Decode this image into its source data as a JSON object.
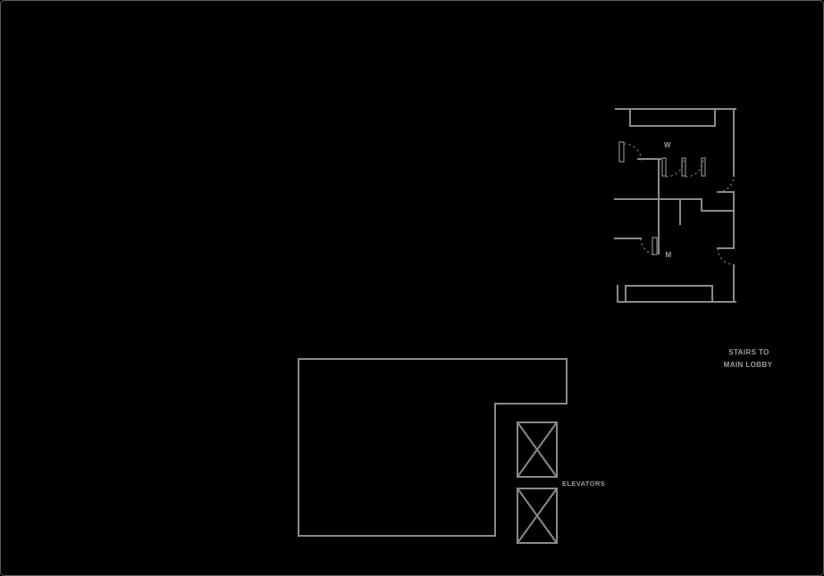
{
  "window": {
    "background": "#000000",
    "border_color": "#5f5f5f"
  },
  "colors": {
    "wall": "#8a8a8a",
    "label": "#9c9c9c"
  },
  "floor_plan": {
    "restrooms": {
      "womens_label": "W",
      "mens_label": "M"
    },
    "stairs": {
      "line1": "STAIRS TO",
      "line2": "MAIN LOBBY"
    },
    "elevators": {
      "label": "ELEVATORS"
    }
  }
}
